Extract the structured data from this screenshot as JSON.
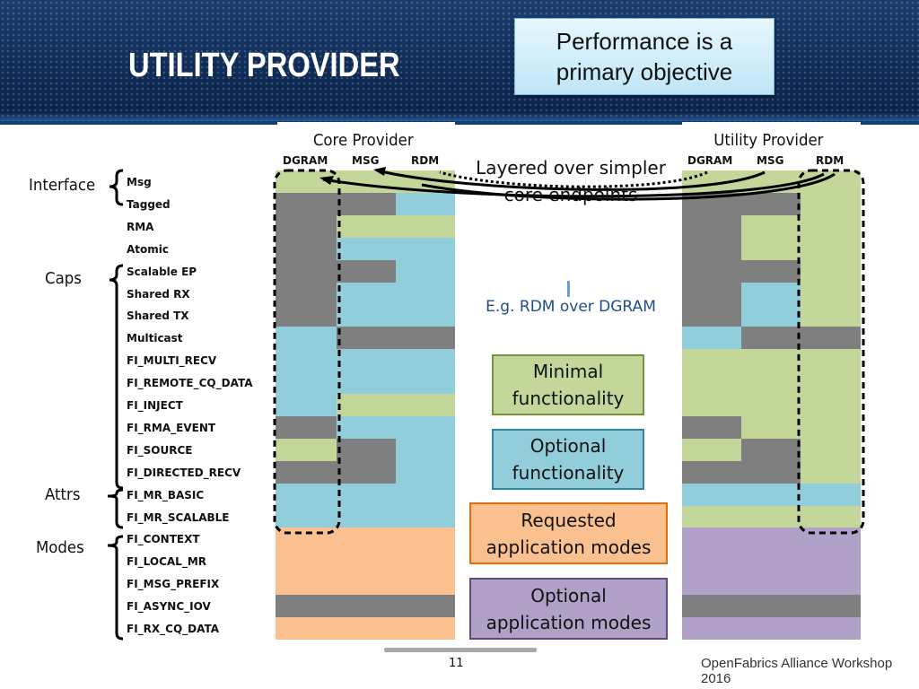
{
  "slide": {
    "title": "UTILITY PROVIDER",
    "callout": "Performance is a\nprimary objective",
    "page_number": "11",
    "footer": "OpenFabrics Alliance Workshop 2016"
  },
  "providers": {
    "core_title": "Core Provider",
    "utility_title": "Utility Provider",
    "columns": [
      "DGRAM",
      "MSG",
      "RDM"
    ]
  },
  "categories": [
    "Interface",
    "Caps",
    "Attrs",
    "Modes"
  ],
  "rows": [
    "Msg",
    "Tagged",
    "RMA",
    "Atomic",
    "Scalable EP",
    "Shared RX",
    "Shared TX",
    "Multicast",
    "FI_MULTI_RECV",
    "FI_REMOTE_CQ_DATA",
    "FI_INJECT",
    "FI_RMA_EVENT",
    "FI_SOURCE",
    "FI_DIRECTED_RECV",
    "FI_MR_BASIC",
    "FI_MR_SCALABLE",
    "FI_CONTEXT",
    "FI_LOCAL_MR",
    "FI_MSG_PREFIX",
    "FI_ASYNC_IOV",
    "FI_RX_CQ_DATA"
  ],
  "colors": {
    "minimal": "#c4d79b",
    "optional": "#92cddc",
    "unsupported": "#7f7f7f",
    "requested_mode": "#fac090",
    "optional_mode": "#b1a0c7"
  },
  "core_matrix": [
    [
      "minimal",
      "minimal",
      "minimal"
    ],
    [
      "unsupported",
      "unsupported",
      "optional"
    ],
    [
      "unsupported",
      "minimal",
      "minimal"
    ],
    [
      "unsupported",
      "optional",
      "optional"
    ],
    [
      "unsupported",
      "unsupported",
      "optional"
    ],
    [
      "unsupported",
      "optional",
      "optional"
    ],
    [
      "unsupported",
      "optional",
      "optional"
    ],
    [
      "optional",
      "unsupported",
      "unsupported"
    ],
    [
      "optional",
      "optional",
      "optional"
    ],
    [
      "optional",
      "optional",
      "optional"
    ],
    [
      "optional",
      "minimal",
      "minimal"
    ],
    [
      "unsupported",
      "optional",
      "optional"
    ],
    [
      "minimal",
      "unsupported",
      "optional"
    ],
    [
      "unsupported",
      "unsupported",
      "optional"
    ],
    [
      "optional",
      "optional",
      "optional"
    ],
    [
      "optional",
      "optional",
      "optional"
    ],
    [
      "requested_mode",
      "requested_mode",
      "requested_mode"
    ],
    [
      "requested_mode",
      "requested_mode",
      "requested_mode"
    ],
    [
      "requested_mode",
      "requested_mode",
      "requested_mode"
    ],
    [
      "unsupported",
      "unsupported",
      "unsupported"
    ],
    [
      "requested_mode",
      "requested_mode",
      "requested_mode"
    ]
  ],
  "utility_matrix": [
    [
      "minimal",
      "minimal",
      "minimal"
    ],
    [
      "unsupported",
      "unsupported",
      "minimal"
    ],
    [
      "unsupported",
      "minimal",
      "minimal"
    ],
    [
      "unsupported",
      "minimal",
      "minimal"
    ],
    [
      "unsupported",
      "unsupported",
      "minimal"
    ],
    [
      "unsupported",
      "optional",
      "minimal"
    ],
    [
      "unsupported",
      "optional",
      "minimal"
    ],
    [
      "optional",
      "unsupported",
      "unsupported"
    ],
    [
      "minimal",
      "minimal",
      "minimal"
    ],
    [
      "minimal",
      "minimal",
      "minimal"
    ],
    [
      "minimal",
      "minimal",
      "minimal"
    ],
    [
      "unsupported",
      "minimal",
      "minimal"
    ],
    [
      "minimal",
      "unsupported",
      "minimal"
    ],
    [
      "unsupported",
      "unsupported",
      "minimal"
    ],
    [
      "optional",
      "optional",
      "optional"
    ],
    [
      "minimal",
      "minimal",
      "minimal"
    ],
    [
      "optional_mode",
      "optional_mode",
      "optional_mode"
    ],
    [
      "optional_mode",
      "optional_mode",
      "optional_mode"
    ],
    [
      "optional_mode",
      "optional_mode",
      "optional_mode"
    ],
    [
      "unsupported",
      "unsupported",
      "unsupported"
    ],
    [
      "optional_mode",
      "optional_mode",
      "optional_mode"
    ]
  ],
  "annotations": {
    "layered": "Layered over simpler\ncore endpoints",
    "example": "E.g. RDM over DGRAM"
  },
  "legend": {
    "minimal": "Minimal\nfunctionality",
    "optional": "Optional\nfunctionality",
    "requested_mode": "Requested\napplication modes",
    "optional_mode": "Optional\napplication modes"
  }
}
